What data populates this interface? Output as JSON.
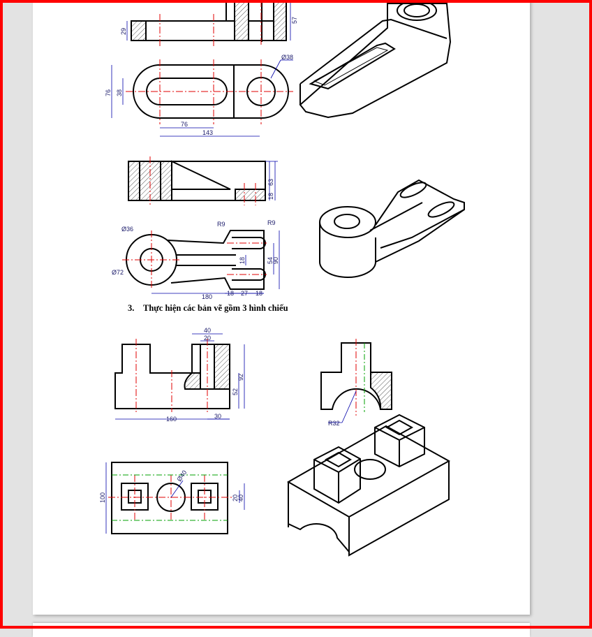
{
  "section": {
    "number": "3.",
    "title": "Thực hiện các bản vẽ gồm 3 hình chiếu"
  },
  "drawing1": {
    "dims": [
      "29",
      "57",
      "Ø38",
      "76",
      "38",
      "76",
      "143"
    ]
  },
  "drawing2": {
    "dims": [
      "63",
      "18",
      "Ø36",
      "R9",
      "R9",
      "Ø72",
      "18",
      "54",
      "90",
      "180",
      "18",
      "27",
      "18"
    ]
  },
  "drawing3": {
    "dims": [
      "40",
      "20",
      "92",
      "52",
      "160",
      "30",
      "R32",
      "Ø40",
      "100",
      "20",
      "40"
    ]
  },
  "colors": {
    "frame": "#ff0000",
    "centerline": "#e00000",
    "dimension": "#0000aa",
    "guide": "#00a000",
    "background": "#e3e3e3"
  }
}
